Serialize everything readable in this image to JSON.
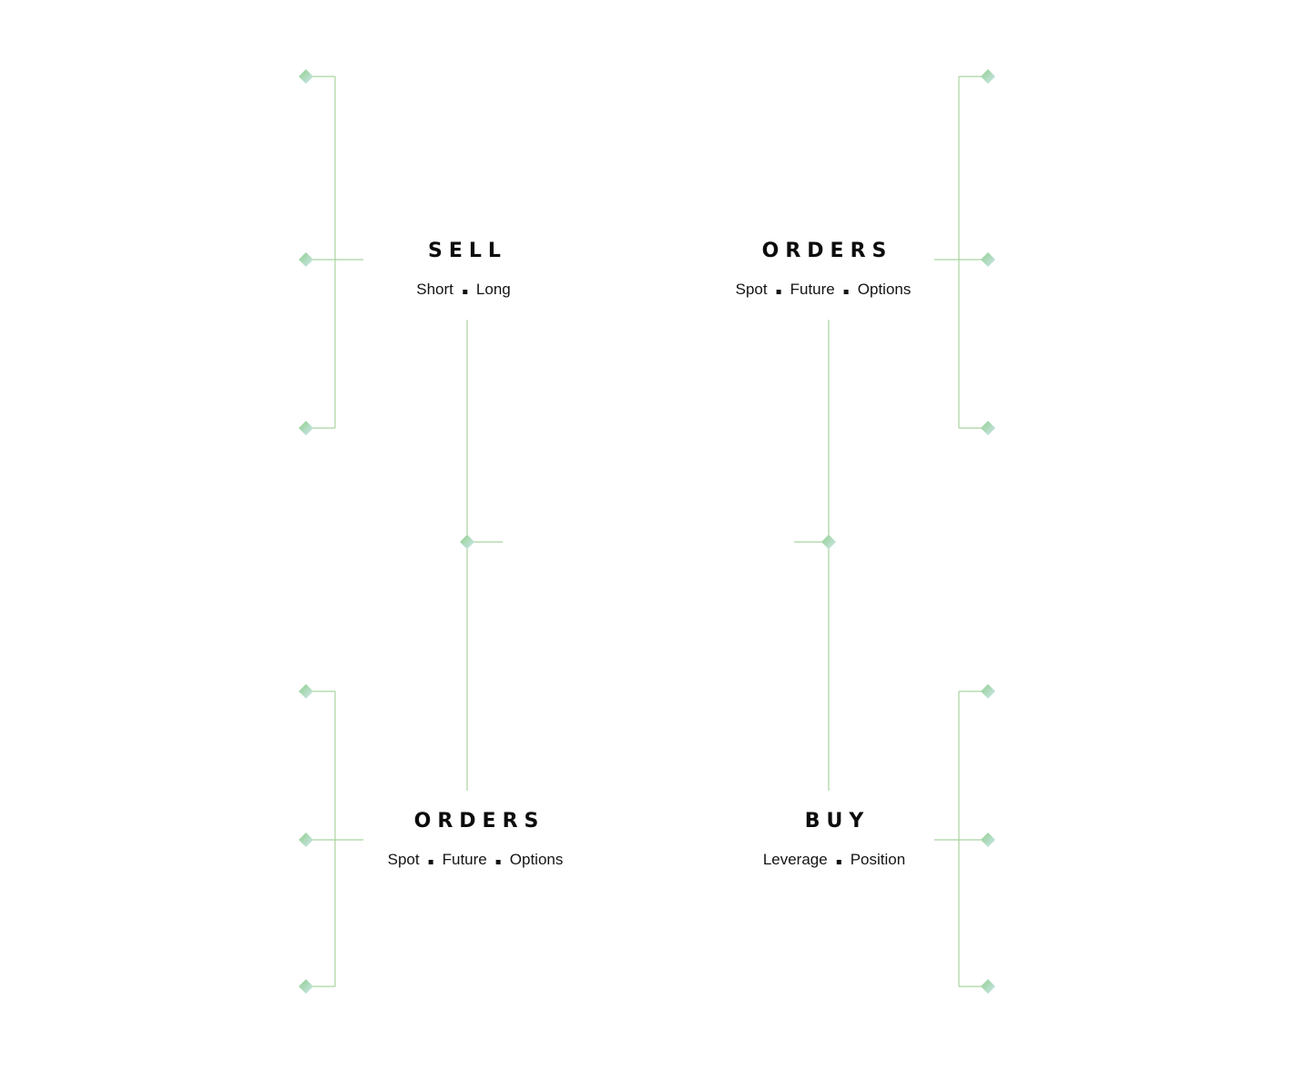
{
  "colors": {
    "connector": "#a9d3a0",
    "marker_top": "#8fce8a",
    "marker_bottom": "#cfe8f0",
    "text": "#111111"
  },
  "nodes": [
    {
      "id": "sell",
      "title": "SELL",
      "items": [
        "Short",
        "Long"
      ]
    },
    {
      "id": "orders-top",
      "title": "ORDERS",
      "items": [
        "Spot",
        "Future",
        "Options"
      ]
    },
    {
      "id": "orders-bottom",
      "title": "ORDERS",
      "items": [
        "Spot",
        "Future",
        "Options"
      ]
    },
    {
      "id": "buy",
      "title": "BUY",
      "items": [
        "Leverage",
        "Position"
      ]
    }
  ],
  "marker_icon": "diamond-marker-icon"
}
